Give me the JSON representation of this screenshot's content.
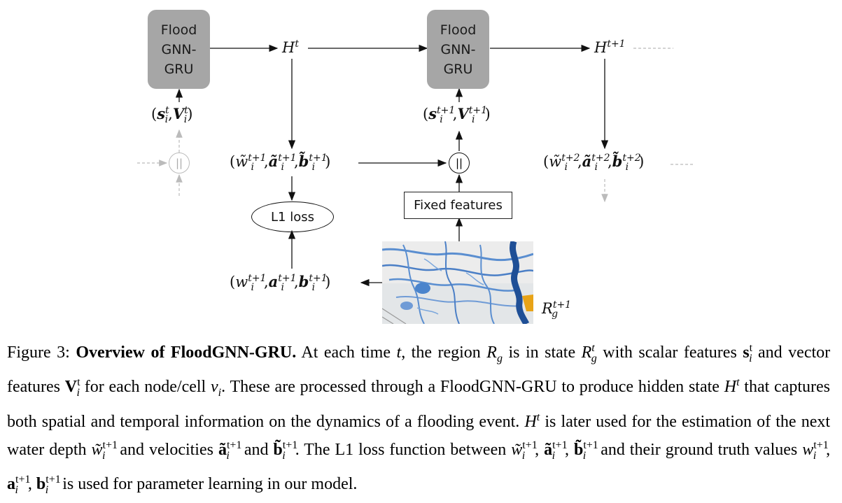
{
  "figure": {
    "box_left": [
      "Flood",
      "GNN-",
      "GRU"
    ],
    "box_right": [
      "Flood",
      "GNN-",
      "GRU"
    ],
    "label_Ht": "H",
    "label_Ht_sup": "t",
    "label_Ht1": "H",
    "label_Ht1_sup": "t+1",
    "fixed_features": "Fixed features",
    "l1_loss": "L1 loss",
    "concat_symbol": "||",
    "region_label": "R",
    "region_sup": "t+1",
    "region_sub": "g"
  },
  "caption": {
    "fig_label": "Figure 3:",
    "title": "Overview of FloodGNN-GRU.",
    "text_1": "At each time",
    "text_2": ", the region",
    "text_3": "is in state",
    "text_4": "with scalar features",
    "text_5": "and vector features",
    "text_6": "for each node/cell",
    "text_7": ". These are processed through a FloodGNN-GRU to produce hidden state",
    "text_8": "that captures both spatial and temporal information on the dynamics of a flooding event.",
    "text_9": "is later used for the estimation of the next water depth",
    "text_10": "and velocities",
    "text_11": "and",
    "text_12": ". The L1 loss function between",
    "text_13": "and their ground truth values",
    "text_14": "is used for parameter learning in our model."
  },
  "colors": {
    "box_gray": "#a6a6a6",
    "arrow": "#111111",
    "faded": "#bbbbbb",
    "water": "#2f6db5",
    "highlight": "#e8a317"
  }
}
